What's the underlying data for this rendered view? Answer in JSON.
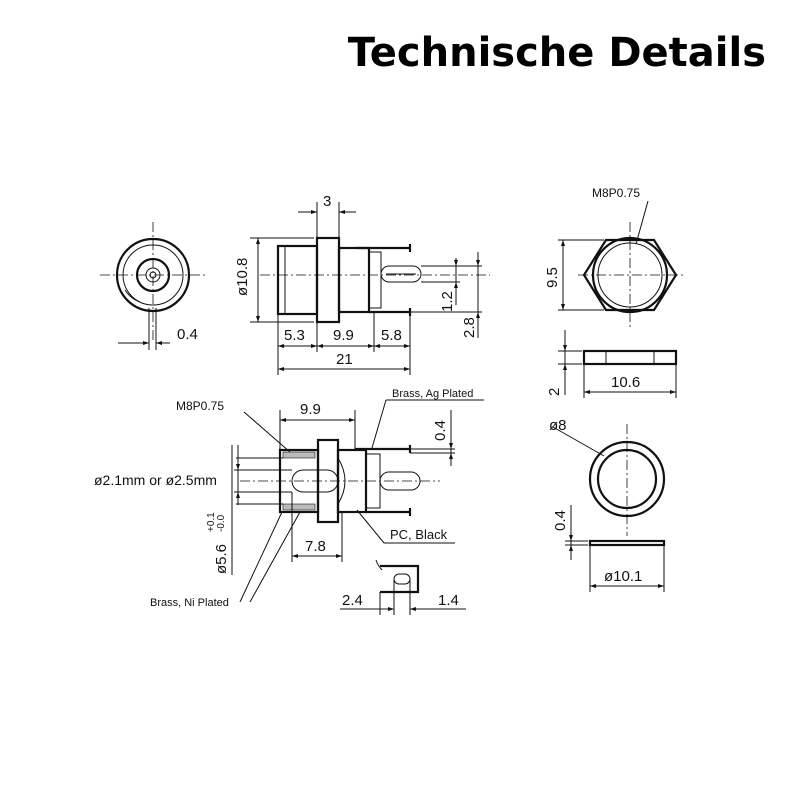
{
  "header": {
    "title": "Technische Details"
  },
  "dimensions": {
    "front_ring_thickness": "0.4",
    "diameter_body": "ø10.8",
    "flange_width": "3",
    "seg_front": "5.3",
    "seg_mid": "9.9",
    "seg_back": "5.8",
    "total_length": "21",
    "pin_offset_a": "1.2",
    "pin_offset_b": "2.8",
    "nut_thread": "M8P0.75",
    "nut_height_flats": "9.5",
    "nut_thickness": "2",
    "nut_width": "10.6",
    "washer_inner": "ø8",
    "washer_thickness": "0.4",
    "washer_outer": "ø10.1",
    "sec_thread": "M8P0.75",
    "sec_len": "9.9",
    "sec_material_contact": "Brass, Ag Plated",
    "sec_contact_thk": "0.4",
    "sec_pin_diam": "ø2.1mm or ø2.5mm",
    "sec_thread_diam": "ø5.6",
    "sec_tol_plus": "+0.1",
    "sec_tol_minus": "-0.0",
    "sec_body_material": "PC, Black",
    "sec_depth": "7.8",
    "sec_sleeve_material": "Brass, Ni Plated",
    "term_a": "2.4",
    "term_b": "1.4"
  }
}
